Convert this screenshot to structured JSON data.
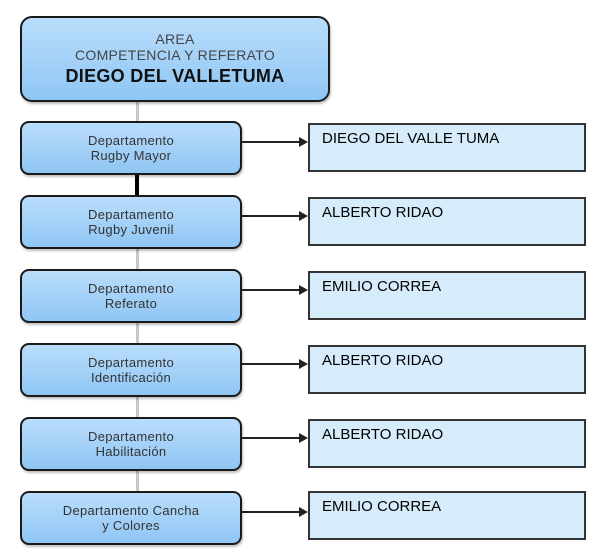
{
  "root": {
    "line1": "AREA",
    "line2": "COMPETENCIA Y REFERATO",
    "name": "DIEGO DEL VALLETUMA"
  },
  "departments": [
    {
      "line1": "Departamento",
      "line2": "Rugby Mayor",
      "head": "DIEGO DEL VALLE TUMA"
    },
    {
      "line1": "Departamento",
      "line2": "Rugby Juvenil",
      "head": "ALBERTO RIDAO"
    },
    {
      "line1": "Departamento",
      "line2": "Referato",
      "head": "EMILIO CORREA"
    },
    {
      "line1": "Departamento",
      "line2": "Identificación",
      "head": "ALBERTO RIDAO"
    },
    {
      "line1": "Departamento",
      "line2": "Habilitación",
      "head": "ALBERTO RIDAO"
    },
    {
      "line1": "Departamento Cancha",
      "line2": "y Colores",
      "head": "EMILIO CORREA"
    }
  ]
}
